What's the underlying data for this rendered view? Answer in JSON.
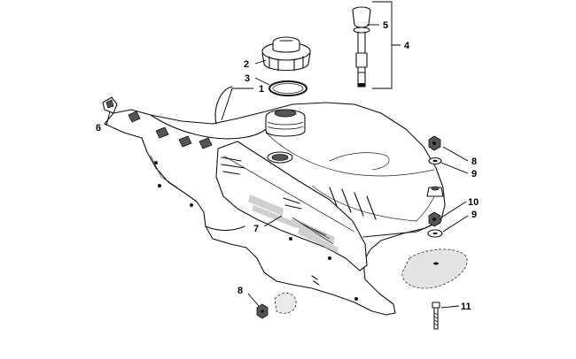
{
  "diagram": {
    "callouts": [
      {
        "id": "c1",
        "label": "1"
      },
      {
        "id": "c2",
        "label": "2"
      },
      {
        "id": "c3",
        "label": "3"
      },
      {
        "id": "c4",
        "label": "4"
      },
      {
        "id": "c5",
        "label": "5"
      },
      {
        "id": "c6",
        "label": "6"
      },
      {
        "id": "c7",
        "label": "7"
      },
      {
        "id": "c8a",
        "label": "8"
      },
      {
        "id": "c8b",
        "label": "8"
      },
      {
        "id": "c9a",
        "label": "9"
      },
      {
        "id": "c9b",
        "label": "9"
      },
      {
        "id": "c10",
        "label": "10"
      },
      {
        "id": "c11",
        "label": "11"
      }
    ]
  }
}
